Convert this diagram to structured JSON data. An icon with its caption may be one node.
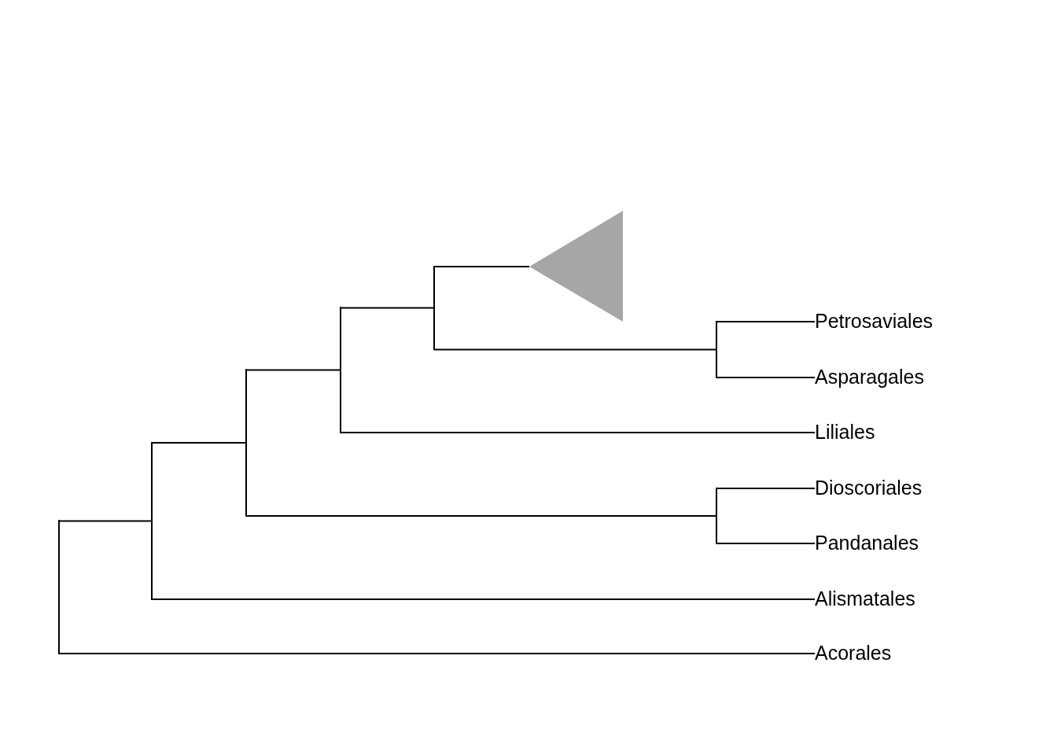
{
  "diagram": {
    "nodes": [
      {
        "text": [],
        "shape": "bar"
      },
      {
        "text": [],
        "shape": "bar"
      },
      {
        "text": [],
        "shape": "bar"
      },
      {
        "text": [],
        "shape": "bar"
      },
      {
        "text": [],
        "shape": "bar"
      },
      {
        "text": [],
        "shape": "triangle"
      },
      {
        "text": [],
        "shape": "bar"
      },
      {
        "text": [
          "Petrosaviales"
        ]
      },
      {
        "text": [
          "Asparagales"
        ]
      },
      {
        "text": [
          "Liliales"
        ]
      },
      {
        "text": [],
        "shape": "bar"
      },
      {
        "text": [
          "Dioscoriales"
        ]
      },
      {
        "text": [
          "Pandanales"
        ]
      },
      {
        "text": [
          "Alismatales"
        ]
      },
      {
        "text": [
          "Acorales"
        ]
      }
    ],
    "edges": [
      {
        "from": 0,
        "to": 1,
        "arrow": "none"
      },
      {
        "from": 0,
        "to": 14,
        "arrow": "none"
      },
      {
        "from": 1,
        "to": 2,
        "arrow": "none"
      },
      {
        "from": 1,
        "to": 13,
        "arrow": "none"
      },
      {
        "from": 2,
        "to": 3,
        "arrow": "none"
      },
      {
        "from": 2,
        "to": 10,
        "arrow": "none"
      },
      {
        "from": 3,
        "to": 4,
        "arrow": "none"
      },
      {
        "from": 3,
        "to": 9,
        "arrow": "none"
      },
      {
        "from": 4,
        "to": 5,
        "arrow": "none"
      },
      {
        "from": 4,
        "to": 6,
        "arrow": "none"
      },
      {
        "from": 6,
        "to": 7,
        "arrow": "none"
      },
      {
        "from": 6,
        "to": 8,
        "arrow": "none"
      },
      {
        "from": 10,
        "to": 11,
        "arrow": "none"
      },
      {
        "from": 10,
        "to": 12,
        "arrow": "none"
      }
    ]
  }
}
